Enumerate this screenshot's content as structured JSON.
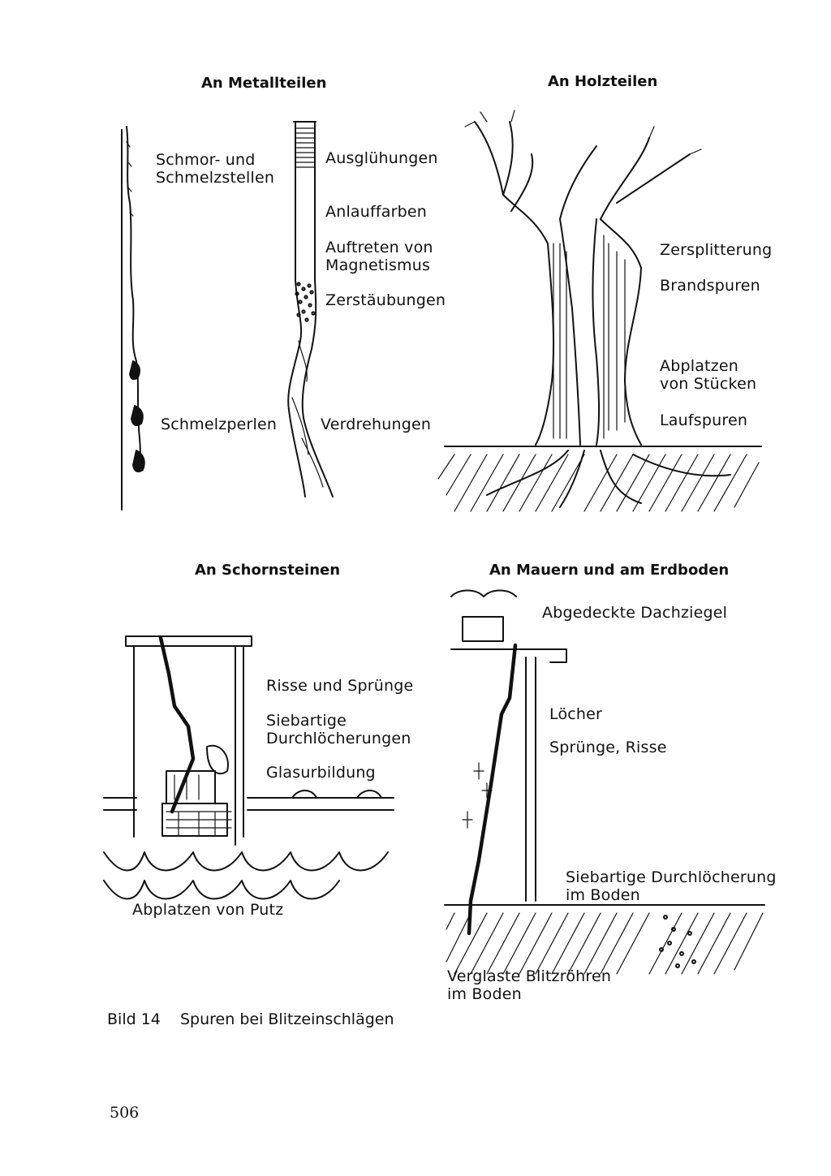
{
  "panels": {
    "metal": {
      "title": "An Metallteilen",
      "labels": {
        "schmor_1": "Schmor- und",
        "schmor_2": "Schmelzstellen",
        "perlen": "Schmelzperlen",
        "ausgluehungen": "Ausglühungen",
        "anlauffarben": "Anlauffarben",
        "auftreten_1": "Auftreten von",
        "auftreten_2": "Magnetismus",
        "zerstaeubungen": "Zerstäubungen",
        "verdrehungen": "Verdrehungen"
      }
    },
    "wood": {
      "title": "An Holzteilen",
      "labels": {
        "zersplitterung": "Zersplitterung",
        "brandspuren": "Brandspuren",
        "abplatzen_1": "Abplatzen",
        "abplatzen_2": "von Stücken",
        "laufspuren": "Laufspuren"
      }
    },
    "chimney": {
      "title": "An Schornsteinen",
      "labels": {
        "risse": "Risse und Sprünge",
        "siebartig_1": "Siebartige",
        "siebartig_2": "Durchlöcherungen",
        "glasur": "Glasurbildung",
        "putz": "Abplatzen von Putz"
      }
    },
    "wall": {
      "title": "An Mauern und am Erdboden",
      "labels": {
        "dachziegel": "Abgedeckte Dachziegel",
        "loecher": "Löcher",
        "spruenge": "Sprünge, Risse",
        "boden_1": "Siebartige Durchlöcherung",
        "boden_2": "im Boden",
        "blitz_1": "Verglaste Blitzröhren",
        "blitz_2": "im Boden"
      }
    }
  },
  "caption": {
    "number": "Bild 14",
    "text": "Spuren bei Blitzeinschlägen"
  },
  "page_number": "506"
}
